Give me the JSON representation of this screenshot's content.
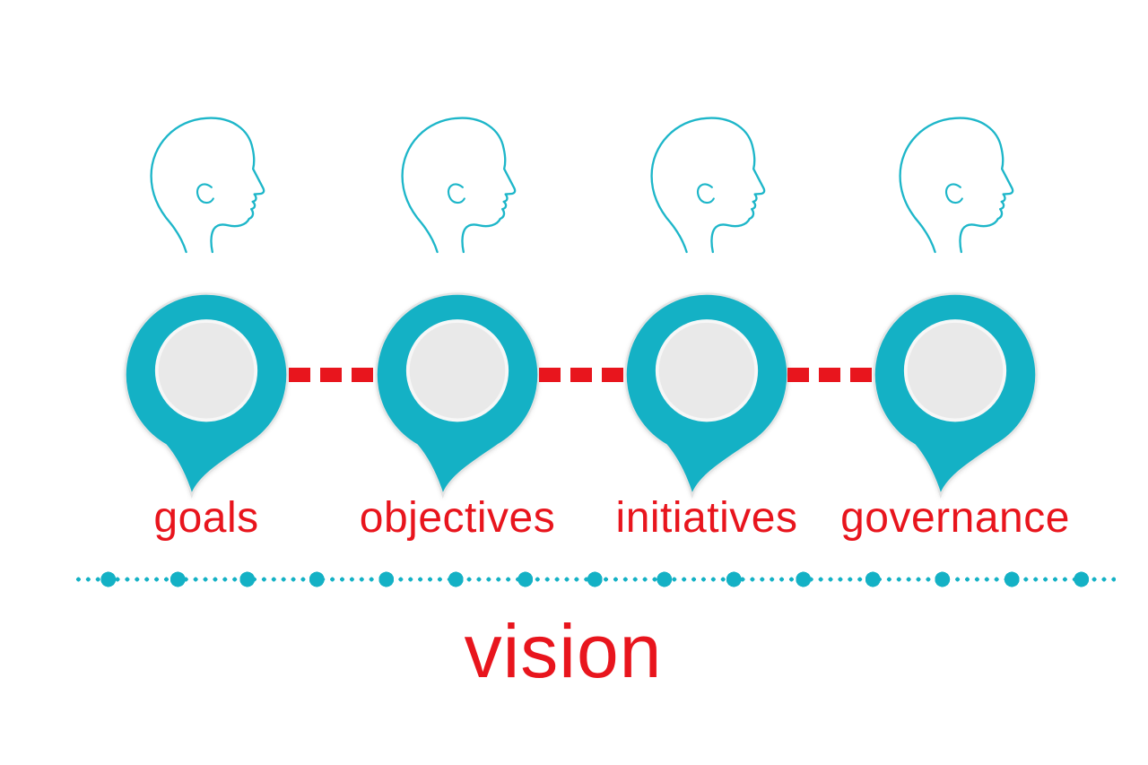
{
  "diagram": {
    "vision_label": "vision",
    "nodes": [
      {
        "label": "goals",
        "icon": "head-profile-icon",
        "marker": "map-pin-icon"
      },
      {
        "label": "objectives",
        "icon": "head-profile-icon",
        "marker": "map-pin-icon"
      },
      {
        "label": "initiatives",
        "icon": "head-profile-icon",
        "marker": "map-pin-icon"
      },
      {
        "label": "governance",
        "icon": "head-profile-icon",
        "marker": "map-pin-icon"
      }
    ],
    "connectors": {
      "style": "red-dashed",
      "count": 3
    },
    "timeline": {
      "style": "teal-dotted-line",
      "large_dots": 15
    },
    "colors": {
      "teal": "#14b1c5",
      "head_outline_teal": "#1db6c9",
      "red": "#e8151d",
      "pin_inner": "#e9e9e9",
      "pin_ring": "#e4e4e4",
      "background": "#ffffff"
    }
  }
}
